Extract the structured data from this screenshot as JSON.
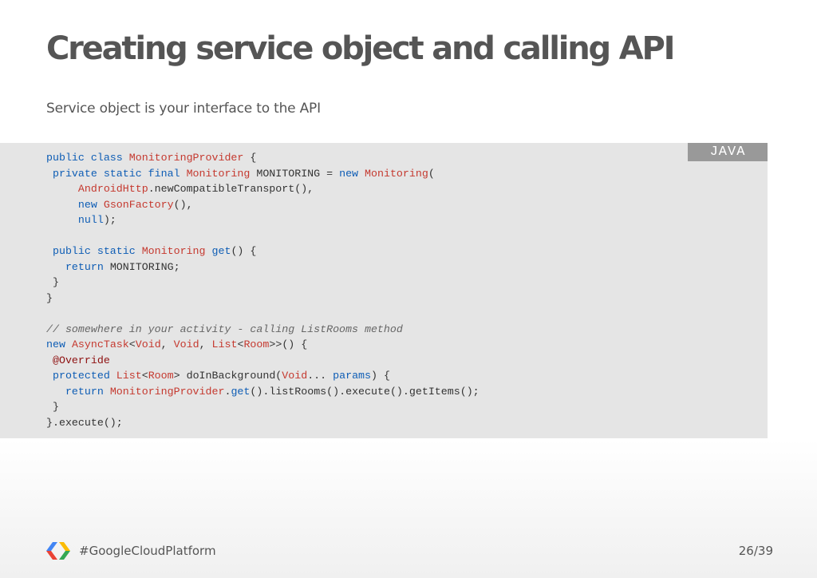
{
  "slide": {
    "title": "Creating service object and calling API",
    "subtitle": "Service object is your interface to the API",
    "language": "JAVA"
  },
  "code": {
    "l1": {
      "a": "public class",
      "b": "MonitoringProvider",
      "c": "{"
    },
    "l2": {
      "a": "private static final",
      "b": "Monitoring",
      "c": "MONITORING =",
      "d": "new",
      "e": "Monitoring",
      "f": "("
    },
    "l3": {
      "a": "AndroidHttp",
      "b": ".newCompatibleTransport(),"
    },
    "l4": {
      "a": "new",
      "b": "GsonFactory",
      "c": "(),"
    },
    "l5": {
      "a": "null",
      "b": ");"
    },
    "l7": {
      "a": "public static",
      "b": "Monitoring",
      "c": "get",
      "d": "() {"
    },
    "l8": {
      "a": "return",
      "b": "MONITORING;"
    },
    "l9": {
      "a": "}"
    },
    "l10": {
      "a": "}"
    },
    "l12": {
      "a": "// somewhere in your activity - calling ListRooms method"
    },
    "l13": {
      "a": "new",
      "b": "AsyncTask",
      "c": "<",
      "d": "Void",
      "e": ",",
      "f": "Void",
      "g": ",",
      "h": "List",
      "i": "<",
      "j": "Room",
      "k": ">>() {"
    },
    "l14": {
      "a": "@Override"
    },
    "l15": {
      "a": "protected",
      "b": "List",
      "c": "<",
      "d": "Room",
      "e": "> doInBackground(",
      "f": "Void",
      "g": "...",
      "h": "params",
      "i": ") {"
    },
    "l16": {
      "a": "return",
      "b": "MonitoringProvider",
      "c": ".",
      "d": "get",
      "e": "().listRooms().execute().getItems();"
    },
    "l17": {
      "a": "}"
    },
    "l18": {
      "a": "}.execute();"
    }
  },
  "footer": {
    "hashtag": "#GoogleCloudPlatform",
    "page": "26/39"
  },
  "colors": {
    "keyword": "#0e5db5",
    "type": "#c5392f",
    "annotation": "#8e1010",
    "code_background": "#e5e5e5",
    "badge_background": "#999999"
  }
}
